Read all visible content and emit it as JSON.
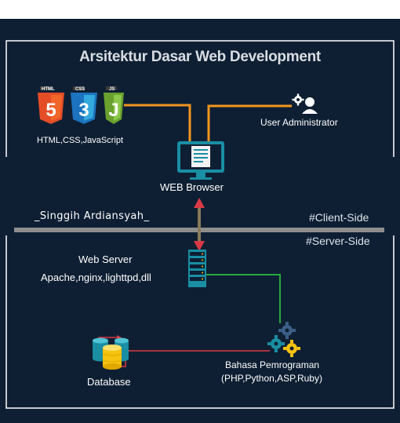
{
  "title": "Arsitektur Dasar Web Development",
  "client_tech": {
    "badges": [
      "HTML",
      "CSS",
      "JS"
    ],
    "digits": [
      "5",
      "3",
      "J"
    ],
    "caption": "HTML,CSS,JavaScript"
  },
  "admin_label": "User Administrator",
  "browser_label": "WEB Browser",
  "author": "_Singgih Ardiansyah_",
  "client_side": "#Client-Side",
  "server_side": "#Server-Side",
  "web_server": {
    "title": "Web Server",
    "list": "Apache,nginx,lighttpd,dll"
  },
  "language": {
    "title": "Bahasa Pemrograman",
    "list": "(PHP,Python,ASP,Ruby)"
  },
  "database_label": "Database",
  "colors": {
    "background": "#0e1f33",
    "panel_border": "#ffffff",
    "divider": "#8e8e8e",
    "orange_line": "#f2961e",
    "green_line": "#27a83c",
    "red_line": "#d93a46",
    "html5": "#e44d26",
    "css3": "#1c73bf",
    "js": "#6aa12e",
    "teal": "#1a8ea3",
    "gold": "#f6c310"
  },
  "icons": [
    "html5-icon",
    "css3-icon",
    "js-icon",
    "users-gear-icon",
    "monitor-icon",
    "server-rack-icon",
    "gears-icon",
    "database-icon",
    "double-arrow-icon"
  ]
}
